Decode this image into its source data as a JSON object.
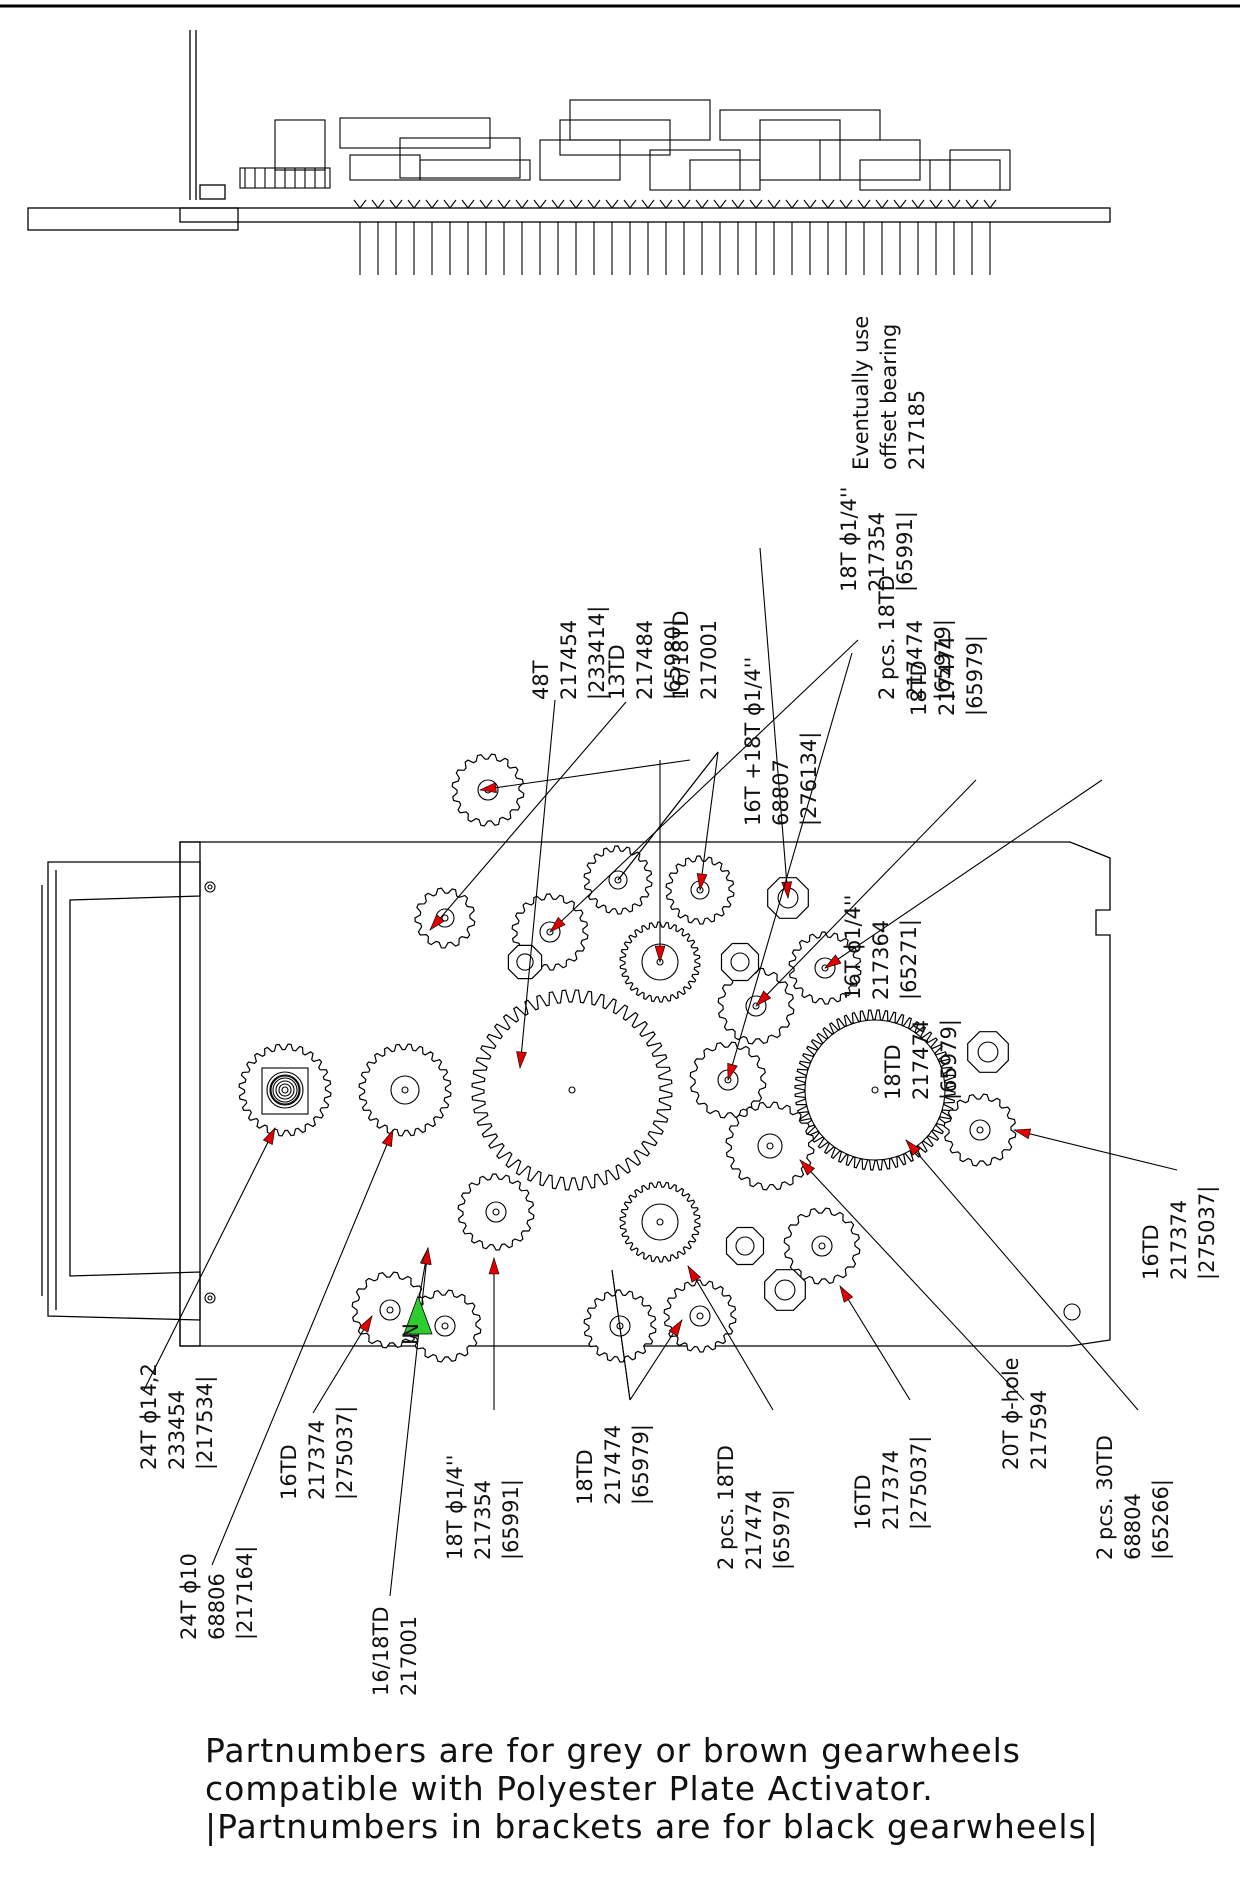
{
  "diagram": {
    "gear_labels": [
      {
        "id": "g48",
        "lines": [
          "48T",
          "217454",
          "|233414|"
        ]
      },
      {
        "id": "g13",
        "lines": [
          "13TD",
          "217484",
          "|65980|"
        ]
      },
      {
        "id": "g1618a",
        "lines": [
          "16/18TD",
          "217001"
        ]
      },
      {
        "id": "g18a",
        "lines": [
          "18T ϕ1/4''",
          "217354",
          "|65991|"
        ]
      },
      {
        "id": "g2x18",
        "lines": [
          "2 pcs. 18TD",
          "217474",
          "|65979|"
        ]
      },
      {
        "id": "g18b",
        "lines": [
          "18TD",
          "217474",
          "|65979|"
        ]
      },
      {
        "id": "gbear",
        "lines": [
          "Eventually use",
          "offset bearing",
          "217185"
        ]
      },
      {
        "id": "g1618T",
        "lines": [
          "16T +18T ϕ1/4''",
          "68807",
          "|276134|"
        ]
      },
      {
        "id": "g16a",
        "lines": [
          "16T ϕ1/4''",
          "217364",
          "|65271|"
        ]
      },
      {
        "id": "g18c",
        "lines": [
          "18TD",
          "217474",
          "|65979|"
        ]
      },
      {
        "id": "g16r",
        "lines": [
          "16TD",
          "217374",
          "|275037|"
        ]
      },
      {
        "id": "g24a",
        "lines": [
          "24T ϕ14,2",
          "233454",
          "|217534|"
        ]
      },
      {
        "id": "g24b",
        "lines": [
          "24T ϕ10",
          "68806",
          "|217164|"
        ]
      },
      {
        "id": "g16b",
        "lines": [
          "16TD",
          "217374",
          "|275037|"
        ]
      },
      {
        "id": "gin",
        "lines": [
          "IN"
        ]
      },
      {
        "id": "g1618b",
        "lines": [
          "16/18TD",
          "217001"
        ]
      },
      {
        "id": "g18d",
        "lines": [
          "18T ϕ1/4''",
          "217354",
          "|65991|"
        ]
      },
      {
        "id": "g18e",
        "lines": [
          "18TD",
          "217474",
          "|65979|"
        ]
      },
      {
        "id": "g2x18b",
        "lines": [
          "2 pcs. 18TD",
          "217474",
          "|65979|"
        ]
      },
      {
        "id": "g16c",
        "lines": [
          "16TD",
          "217374",
          "|275037|"
        ]
      },
      {
        "id": "g20",
        "lines": [
          "20T ϕ-hole",
          "217594"
        ]
      },
      {
        "id": "g30",
        "lines": [
          "2 pcs. 30TD",
          "68804",
          "|65266|"
        ]
      }
    ],
    "note_lines": [
      "Partnumbers are for grey or brown gearwheels",
      "compatible with Polyester Plate Activator.",
      "|Partnumbers in brackets are for black gearwheels|"
    ],
    "colors": {
      "arrow": "#e00000",
      "input_arrow": "#2ecc2e",
      "line": "#000000"
    }
  }
}
